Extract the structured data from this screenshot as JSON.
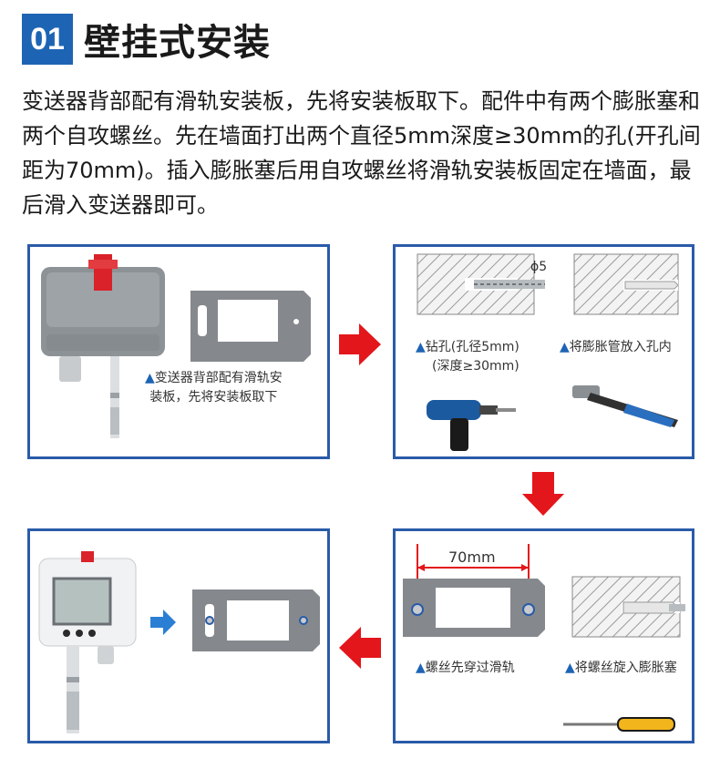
{
  "header": {
    "number": "01",
    "title": "壁挂式安装"
  },
  "description": "变送器背部配有滑轨安装板，先将安装板取下。配件中有两个膨胀塞和两个自攻螺丝。先在墙面打出两个直径5mm深度≥30mm的孔(开孔间距为70mm)。插入膨胀塞后用自攻螺丝将滑轨安装板固定在墙面，最后滑入变送器即可。",
  "panel1": {
    "caption_line1": "变送器背部配有滑轨安",
    "caption_line2": "装板，先将安装板取下"
  },
  "panel2": {
    "phi_label": "ϕ5",
    "caption_drill_line1": "钻孔(孔径5mm)",
    "caption_drill_line2": "(深度≥30mm)",
    "caption_anchor": "将膨胀管放入孔内"
  },
  "panel3": {
    "spacing_label": "70mm",
    "caption_screw_rail": "螺丝先穿过滑轨",
    "caption_screw_anchor": "将螺丝旋入膨胀塞"
  },
  "colors": {
    "accent": "#1e64b4",
    "panel_border": "#2a5ba8",
    "arrow_red": "#e3161b",
    "arrow_blue": "#2a7fd4"
  },
  "icons": [
    "drill-icon",
    "hammer-icon",
    "screwdriver-icon",
    "red-arrow-icon",
    "blue-arrow-icon"
  ]
}
